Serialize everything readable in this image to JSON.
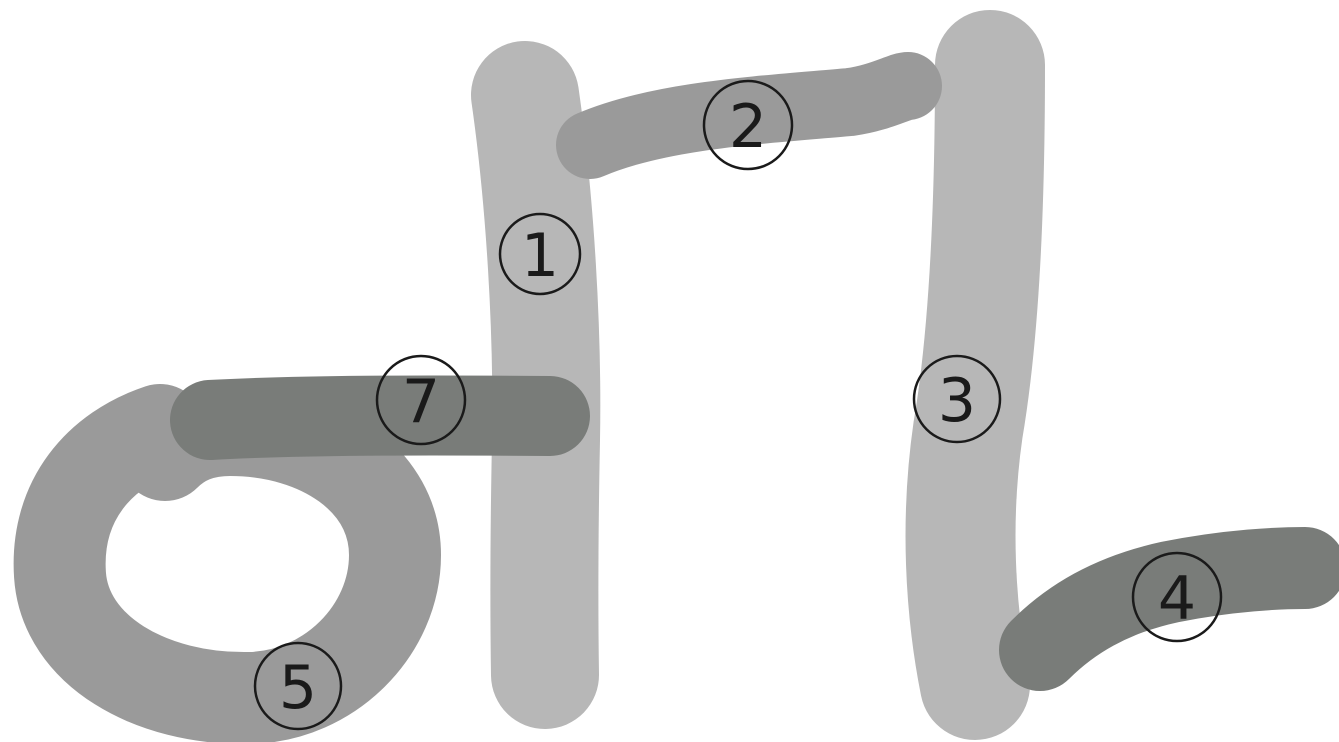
{
  "colors": {
    "light_stroke": "#b7b7b7",
    "medium_stroke": "#9a9a9a",
    "dark_stroke": "#797c79",
    "badge": "#1a1a1a",
    "background": "#ffffff"
  },
  "strokes": [
    {
      "id": "stroke-1",
      "label": "1",
      "shade": "light_stroke"
    },
    {
      "id": "stroke-2",
      "label": "2",
      "shade": "medium_stroke"
    },
    {
      "id": "stroke-3",
      "label": "3",
      "shade": "light_stroke"
    },
    {
      "id": "stroke-4",
      "label": "4",
      "shade": "dark_stroke"
    },
    {
      "id": "stroke-5",
      "label": "5",
      "shade": "medium_stroke"
    },
    {
      "id": "stroke-7",
      "label": "7",
      "shade": "dark_stroke"
    }
  ]
}
